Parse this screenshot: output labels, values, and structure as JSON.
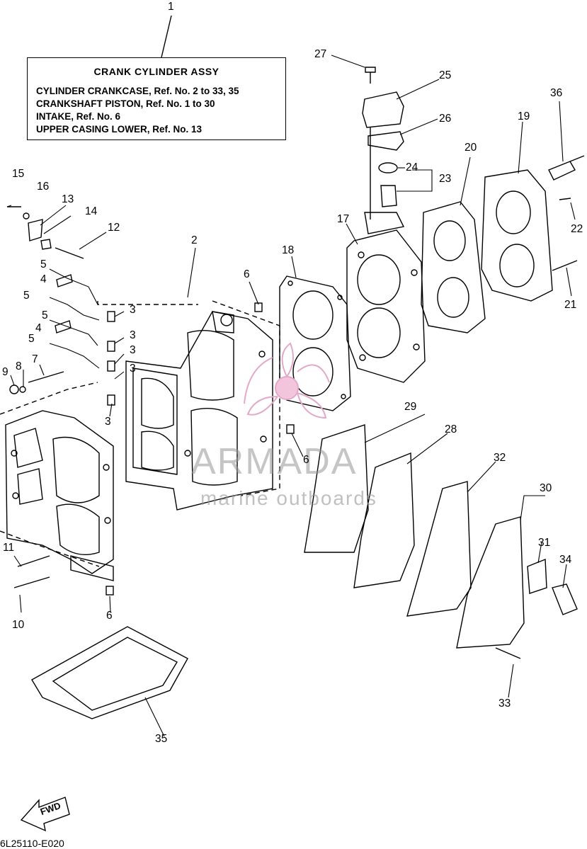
{
  "title_box": {
    "ref": "1",
    "title": "CRANK CYLINDER ASSY",
    "lines": [
      "CYLINDER CRANKCASE, Ref. No. 2 to 33, 35",
      "CRANKSHAFT PISTON, Ref. No. 1 to 30",
      "INTAKE, Ref. No. 6",
      "UPPER CASING LOWER, Ref. No. 13"
    ]
  },
  "watermark": {
    "brand": "ARMADA",
    "tagline": "marine outboards",
    "color": "#e3a9c8"
  },
  "fwd_label": "FWD",
  "diagram_code": "6L25110-E020",
  "callouts": {
    "n1": "1",
    "n2": "2",
    "n3a": "3",
    "n3b": "3",
    "n3c": "3",
    "n3d": "3",
    "n3e": "3",
    "n4a": "4",
    "n4b": "4",
    "n5a": "5",
    "n5b": "5",
    "n5c": "5",
    "n5d": "5",
    "n6a": "6",
    "n6b": "6",
    "n6c": "6",
    "n7": "7",
    "n8": "8",
    "n9": "9",
    "n10": "10",
    "n11": "11",
    "n12": "12",
    "n13": "13",
    "n14": "14",
    "n15": "15",
    "n16": "16",
    "n17": "17",
    "n18": "18",
    "n19": "19",
    "n20": "20",
    "n21": "21",
    "n22": "22",
    "n23": "23",
    "n24": "24",
    "n25": "25",
    "n26": "26",
    "n27": "27",
    "n28": "28",
    "n29": "29",
    "n30": "30",
    "n31": "31",
    "n32": "32",
    "n33": "33",
    "n34": "34",
    "n35": "35",
    "n36": "36"
  }
}
